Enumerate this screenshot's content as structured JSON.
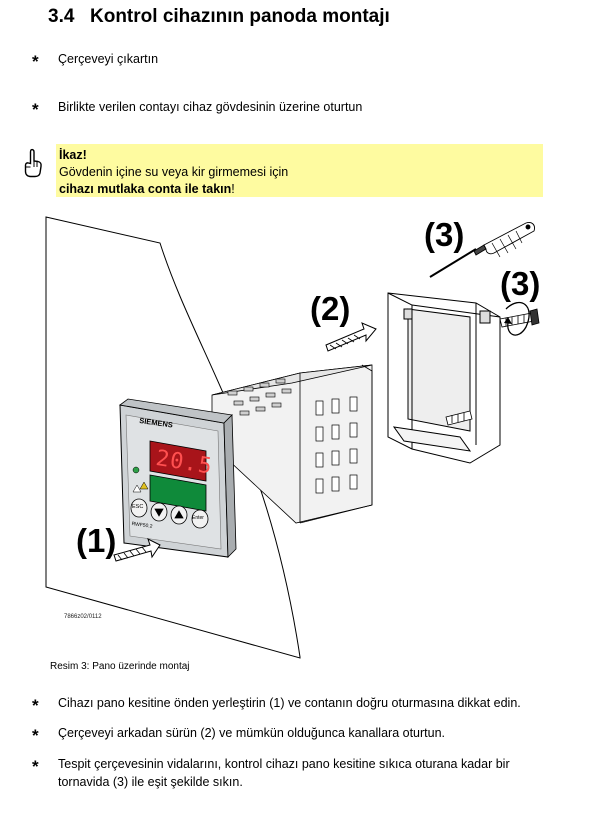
{
  "section": {
    "number": "3.4",
    "title": "Kontrol cihazının panoda montajı"
  },
  "steps_top": [
    "Çerçeveyi çıkartın",
    "Birlikte verilen contayı cihaz gövdesinin üzerine oturtun"
  ],
  "warning": {
    "icon": "pointing-hand-icon",
    "title": "İkaz!",
    "line1": "Gövdenin içine su veya kir girmemesi için",
    "line2_bold": "cihazı mutlaka conta ile takın",
    "line2_end": "!",
    "background": "#fefba0"
  },
  "figure": {
    "callouts": [
      "(1)",
      "(2)",
      "(3)",
      "(3)"
    ],
    "device": {
      "brand": "SIEMENS",
      "display_value": "20.5",
      "buttons": [
        "ESC",
        "Enter"
      ],
      "model": "RWF50.2"
    },
    "code": "7866z02/0112",
    "caption": "Resim 3: Pano üzerinde montaj"
  },
  "steps_bottom": [
    "Cihazı pano kesitine önden yerleştirin (1) ve contanın doğru oturmasına dikkat edin.",
    "Çerçeveyi arkadan sürün (2) ve mümkün olduğunca kanallara oturtun.",
    "Tespit çerçevesinin vidalarını, kontrol cihazı pano kesitine sıkıca oturana kadar bir tornavida (3) ile eşit şekilde sıkın."
  ],
  "bullet_symbol": "*"
}
